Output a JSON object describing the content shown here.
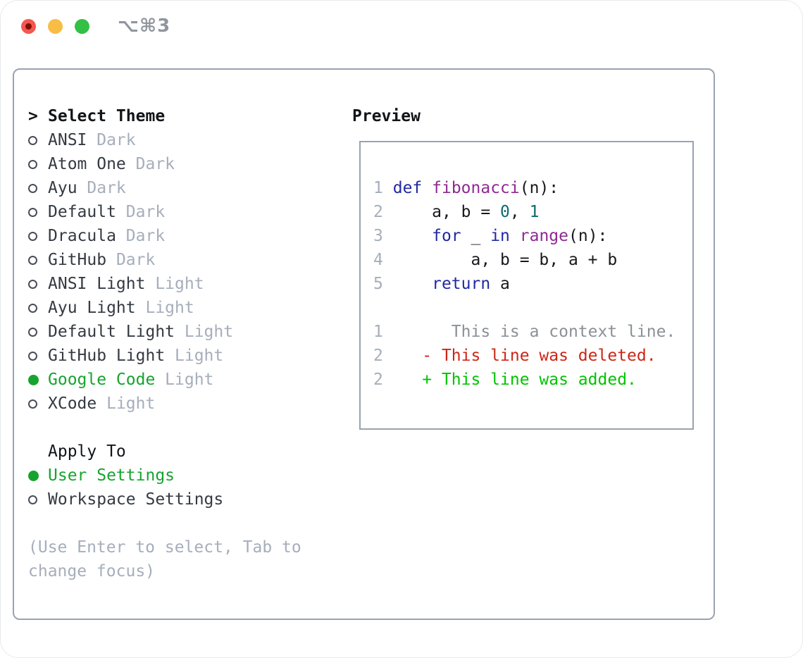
{
  "titlebar": {
    "shortcut": "⌥⌘3"
  },
  "theme_panel": {
    "selector": ">",
    "title": "Select Theme",
    "themes": [
      {
        "name": "ANSI",
        "variant": "Dark",
        "selected": false
      },
      {
        "name": "Atom One",
        "variant": "Dark",
        "selected": false
      },
      {
        "name": "Ayu",
        "variant": "Dark",
        "selected": false
      },
      {
        "name": "Default",
        "variant": "Dark",
        "selected": false
      },
      {
        "name": "Dracula",
        "variant": "Dark",
        "selected": false
      },
      {
        "name": "GitHub",
        "variant": "Dark",
        "selected": false
      },
      {
        "name": "ANSI Light",
        "variant": "Light",
        "selected": false
      },
      {
        "name": "Ayu Light",
        "variant": "Light",
        "selected": false
      },
      {
        "name": "Default Light",
        "variant": "Light",
        "selected": false
      },
      {
        "name": "GitHub Light",
        "variant": "Light",
        "selected": false
      },
      {
        "name": "Google Code",
        "variant": "Light",
        "selected": true
      },
      {
        "name": "XCode",
        "variant": "Light",
        "selected": false
      }
    ],
    "apply_to": {
      "title": "Apply To",
      "options": [
        {
          "label": "User Settings",
          "selected": true
        },
        {
          "label": "Workspace Settings",
          "selected": false
        }
      ]
    },
    "hint_line1": "(Use Enter to select, Tab to",
    "hint_line2": "change focus)"
  },
  "preview": {
    "title": "Preview",
    "lines": [
      [
        {
          "t": "ln",
          "s": "1"
        },
        {
          "t": "pl",
          "s": " "
        },
        {
          "t": "kw",
          "s": "def"
        },
        {
          "t": "pl",
          "s": " "
        },
        {
          "t": "fn",
          "s": "fibonacci"
        },
        {
          "t": "pl",
          "s": "(n):"
        }
      ],
      [
        {
          "t": "ln",
          "s": "2"
        },
        {
          "t": "pl",
          "s": "     a, b = "
        },
        {
          "t": "num",
          "s": "0"
        },
        {
          "t": "pl",
          "s": ", "
        },
        {
          "t": "num",
          "s": "1"
        }
      ],
      [
        {
          "t": "ln",
          "s": "3"
        },
        {
          "t": "pl",
          "s": "     "
        },
        {
          "t": "kw",
          "s": "for"
        },
        {
          "t": "pl",
          "s": " _ "
        },
        {
          "t": "kw",
          "s": "in"
        },
        {
          "t": "pl",
          "s": " "
        },
        {
          "t": "fn",
          "s": "range"
        },
        {
          "t": "pl",
          "s": "(n):"
        }
      ],
      [
        {
          "t": "ln",
          "s": "4"
        },
        {
          "t": "pl",
          "s": "         a, b = b, a + b"
        }
      ],
      [
        {
          "t": "ln",
          "s": "5"
        },
        {
          "t": "pl",
          "s": "     "
        },
        {
          "t": "kw",
          "s": "return"
        },
        {
          "t": "pl",
          "s": " a"
        }
      ],
      [],
      [
        {
          "t": "ln",
          "s": "1"
        },
        {
          "t": "ctx",
          "s": "       This is a context line."
        }
      ],
      [
        {
          "t": "ln",
          "s": "2"
        },
        {
          "t": "pl",
          "s": "    "
        },
        {
          "t": "del",
          "s": "- This line was deleted."
        }
      ],
      [
        {
          "t": "ln",
          "s": "2"
        },
        {
          "t": "pl",
          "s": "    "
        },
        {
          "t": "add",
          "s": "+ This line was added."
        }
      ]
    ]
  },
  "colors": {
    "traffic_red": "#f4574e",
    "traffic_red_dot": "#7f1007",
    "traffic_yellow": "#f8bd45",
    "traffic_green": "#32c046",
    "shortcut_gray": "#8f969e",
    "border_gray": "#9aa3af",
    "heading_black": "#121519",
    "text_dark": "#343a42",
    "muted_gray": "#a6aebb",
    "radio_stroke": "#484e57",
    "selected_green": "#16a42e",
    "code_plain": "#17191d",
    "keyword_blue": "#2029a3",
    "function_purple": "#8e2a92",
    "number_teal": "#0f6b6d",
    "context_gray": "#8b9197",
    "deleted_red": "#cd2617",
    "added_green": "#00c300"
  }
}
